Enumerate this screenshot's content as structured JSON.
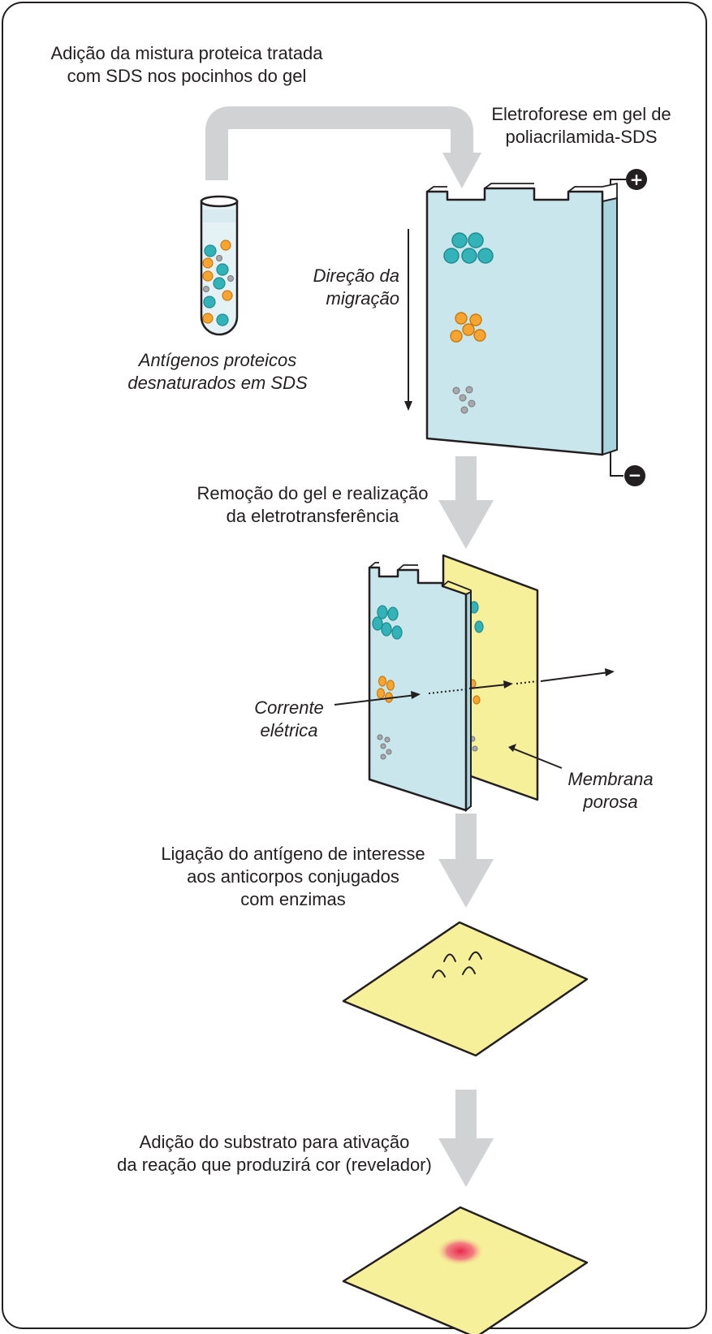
{
  "steps": {
    "add_mixture": [
      "Adição da mistura proteica tratada",
      "com SDS nos pocinhos do gel"
    ],
    "electrophoresis": [
      "Eletroforese em gel de",
      "poliacrilamida-SDS"
    ],
    "remove_gel": [
      "Remoção do gel e realização",
      "da eletrotransferência"
    ],
    "antibody_binding": [
      "Ligação do antígeno de interesse",
      "aos anticorpos conjugados",
      "com enzimas"
    ],
    "substrate": [
      "Adição do substrato para ativação",
      "da reação que produzirá cor (revelador)"
    ]
  },
  "labels": {
    "antigens": [
      "Antígenos proteicos",
      "desnaturados em SDS"
    ],
    "migration": [
      "Direção da",
      "migração"
    ],
    "current": [
      "Corrente",
      "elétrica"
    ],
    "membrane": [
      "Membrana",
      "porosa"
    ]
  },
  "electrodes": {
    "positive": "+",
    "negative": "−"
  },
  "colors": {
    "gel": "#c9e6ec",
    "membrane": "#f6f09a",
    "protein_large": "#33b3b8",
    "protein_medium": "#f5a530",
    "protein_small": "#a7a9ac",
    "arrow": "#d0d2d3",
    "ink": "#231f20",
    "signal": "#e8264d"
  }
}
